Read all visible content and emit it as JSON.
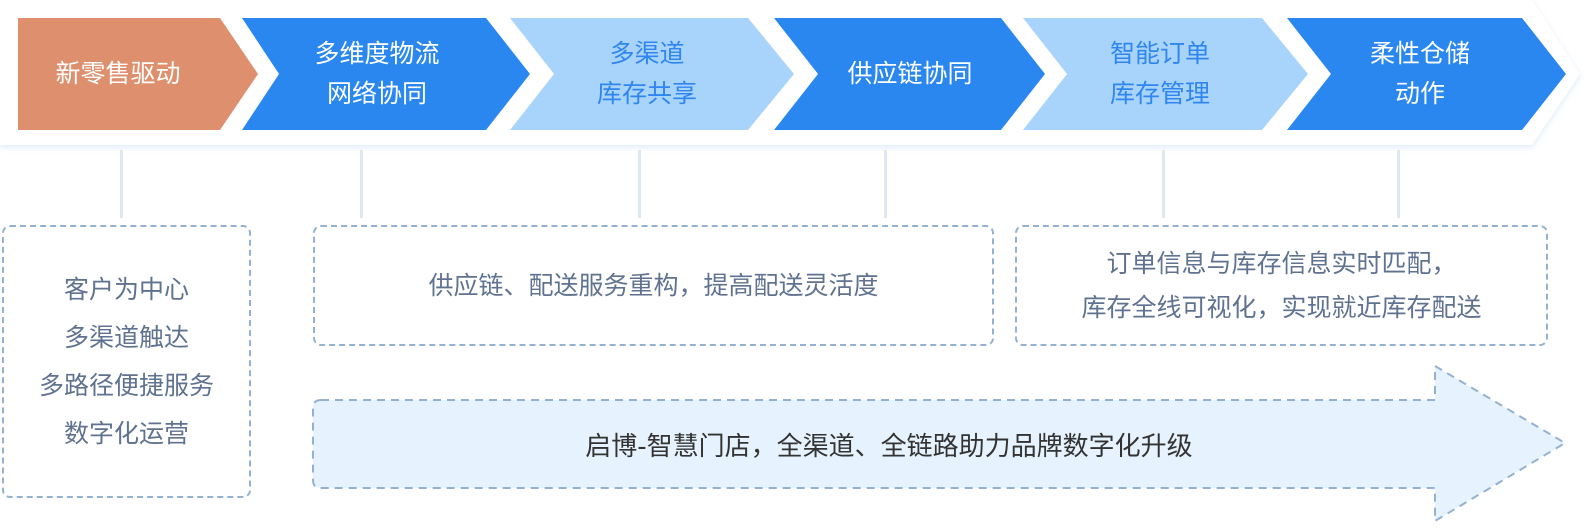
{
  "colors": {
    "orange": "#de8f6d",
    "blue": "#2a87f0",
    "light_blue": "#a8d4fc",
    "light_text": "#2f86ee",
    "box_text": "#5f7290",
    "dash": "#95b1d1",
    "arrow_fill": "#e6f3fe"
  },
  "stages": [
    {
      "lines": [
        "新零售驱动"
      ],
      "style": "orange"
    },
    {
      "lines": [
        "多维度物流",
        "网络协同"
      ],
      "style": "blue"
    },
    {
      "lines": [
        "多渠道",
        "库存共享"
      ],
      "style": "light"
    },
    {
      "lines": [
        "供应链协同"
      ],
      "style": "blue"
    },
    {
      "lines": [
        "智能订单",
        "库存管理"
      ],
      "style": "light"
    },
    {
      "lines": [
        "柔性仓储",
        "动作"
      ],
      "style": "blue"
    }
  ],
  "boxes": {
    "customer": [
      "客户为中心",
      "多渠道触达",
      "多路径便捷服务",
      "数字化运营"
    ],
    "supply": [
      "供应链、配送服务重构，提高配送灵活度"
    ],
    "order": [
      "订单信息与库存信息实时匹配，",
      "库存全线可视化，实现就近库存配送"
    ]
  },
  "banner": "启博-智慧门店，全渠道、全链路助力品牌数字化升级"
}
